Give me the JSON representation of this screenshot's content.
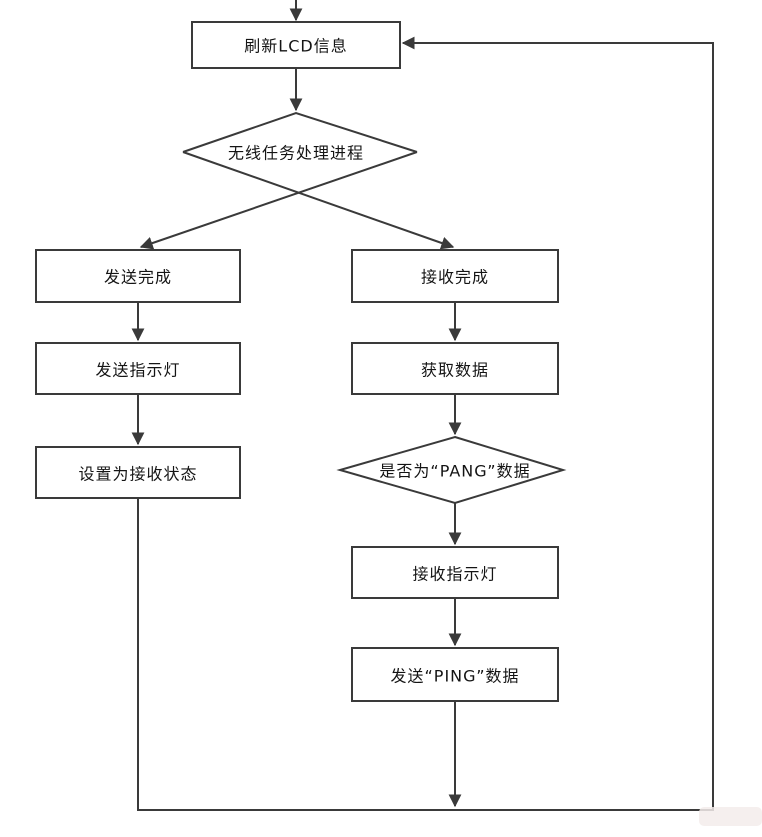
{
  "diagram": {
    "type": "flowchart",
    "language": "zh-CN",
    "nodes": [
      {
        "id": "refresh-lcd",
        "shape": "process",
        "label": "刷新LCD信息"
      },
      {
        "id": "wireless-task",
        "shape": "decision",
        "label": "无线任务处理进程"
      },
      {
        "id": "send-done",
        "shape": "process",
        "label": "发送完成"
      },
      {
        "id": "send-led",
        "shape": "process",
        "label": "发送指示灯"
      },
      {
        "id": "set-rx-state",
        "shape": "process",
        "label": "设置为接收状态"
      },
      {
        "id": "rx-done",
        "shape": "process",
        "label": "接收完成"
      },
      {
        "id": "get-data",
        "shape": "process",
        "label": "获取数据"
      },
      {
        "id": "is-pang-data",
        "shape": "decision",
        "label": "是否为“PANG”数据"
      },
      {
        "id": "rx-led",
        "shape": "process",
        "label": "接收指示灯"
      },
      {
        "id": "send-ping",
        "shape": "process",
        "label": "发送“PING”数据"
      }
    ],
    "edges": [
      {
        "from": "start",
        "to": "refresh-lcd"
      },
      {
        "from": "refresh-lcd",
        "to": "wireless-task"
      },
      {
        "from": "wireless-task",
        "to": "send-done"
      },
      {
        "from": "wireless-task",
        "to": "rx-done"
      },
      {
        "from": "send-done",
        "to": "send-led"
      },
      {
        "from": "send-led",
        "to": "set-rx-state"
      },
      {
        "from": "set-rx-state",
        "to": "refresh-lcd"
      },
      {
        "from": "rx-done",
        "to": "get-data"
      },
      {
        "from": "get-data",
        "to": "is-pang-data"
      },
      {
        "from": "is-pang-data",
        "to": "rx-led"
      },
      {
        "from": "rx-led",
        "to": "send-ping"
      },
      {
        "from": "send-ping",
        "to": "refresh-lcd"
      }
    ],
    "colors": {
      "line": "#3a3a3a",
      "text": "#141414",
      "node_fill": "#ffffff",
      "background": "#ffffff"
    }
  }
}
